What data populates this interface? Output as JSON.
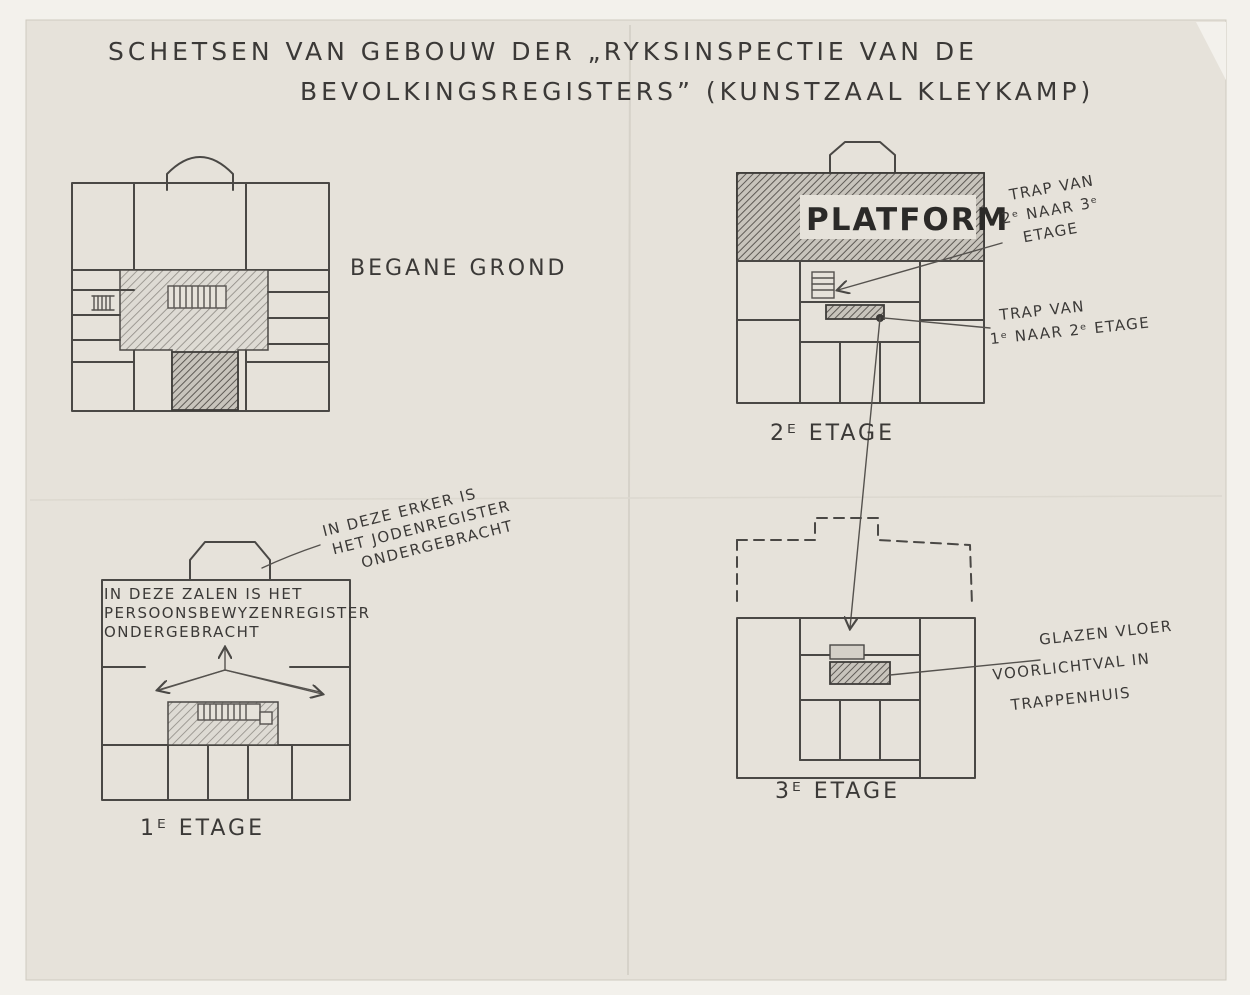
{
  "title": {
    "line1": "SCHETSEN VAN GEBOUW DER „RYKSINSPECTIE VAN DE",
    "line2": "BEVOLKINGSREGISTERS” (KUNSTZAAL KLEYKAMP)"
  },
  "floors": {
    "ground": {
      "label": "BEGANE GROND"
    },
    "first": {
      "label": "1ᴱ ETAGE",
      "note_hall_line1": "IN DEZE ZALEN IS HET",
      "note_hall_line2": "PERSOONSBEWYZENREGISTER",
      "note_hall_line3": "ONDERGEBRACHT",
      "note_bay_line1": "IN DEZE ERKER IS",
      "note_bay_line2": "HET JODENREGISTER",
      "note_bay_line3": "ONDERGEBRACHT"
    },
    "second": {
      "label": "2ᴱ ETAGE",
      "platform": "PLATFORM",
      "stair_2_3_line1": "TRAP VAN",
      "stair_2_3_line2": "2ᵉ NAAR 3ᵉ",
      "stair_2_3_line3": "ETAGE",
      "stair_1_2_line1": "TRAP VAN",
      "stair_1_2_line2": "1ᵉ NAAR 2ᵉ ETAGE"
    },
    "third": {
      "label": "3ᴱ ETAGE",
      "glass_line1": "GLAZEN VLOER",
      "glass_line2": "VOORLICHTVAL IN",
      "glass_line3": "TRAPPENHUIS"
    }
  },
  "colors": {
    "paper": "#f3f1ec",
    "pencil": "#4a4845"
  }
}
